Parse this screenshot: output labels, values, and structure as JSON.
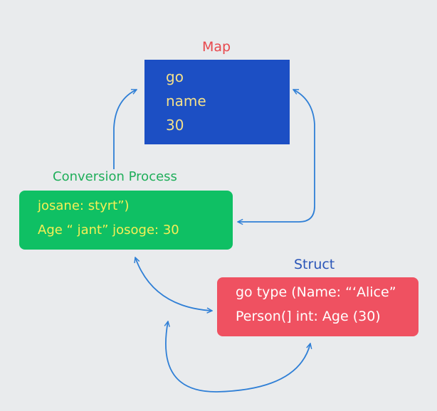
{
  "map": {
    "title": "Map",
    "lines": [
      "go",
      "name",
      "30"
    ]
  },
  "conversion": {
    "title": "Conversion Process",
    "lines": [
      "josane: styrt”)",
      "Age  “ jant” josoge: 30"
    ]
  },
  "struct": {
    "title": "Struct",
    "lines": [
      "go type (Name: “‘Alice”",
      "Person(] int: Age (30)"
    ]
  },
  "colors": {
    "background": "#e9ebed",
    "map_box": "#1c4fc4",
    "map_text": "#f3e08a",
    "map_title": "#e8474c",
    "conversion_box": "#0fc064",
    "conversion_text": "#f6ef55",
    "conversion_title": "#1fae5a",
    "struct_box": "#ef5161",
    "struct_text": "#ffffff",
    "struct_title": "#2a55b8",
    "arrow": "#2f7fd6"
  }
}
